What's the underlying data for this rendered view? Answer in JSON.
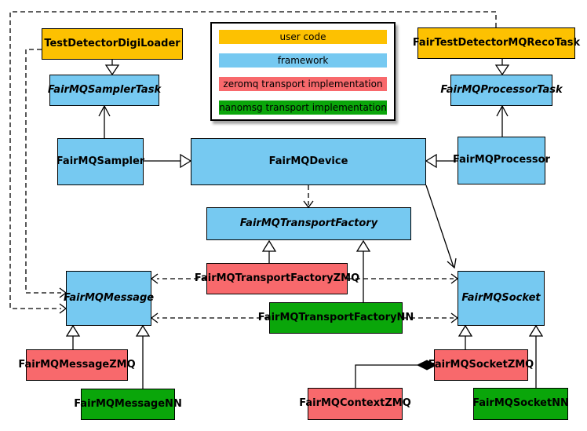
{
  "colors": {
    "user_code": "#fdc101",
    "framework": "#76c9f1",
    "zeromq": "#f8696c",
    "nanomsg": "#0aa60a",
    "line": "#000000",
    "background": "#ffffff"
  },
  "legend": {
    "items": [
      {
        "label": "user code",
        "color": "#fdc101"
      },
      {
        "label": "framework",
        "color": "#76c9f1"
      },
      {
        "label": "zeromq transport implementation",
        "color": "#f8696c"
      },
      {
        "label": "nanomsg transport implementation",
        "color": "#0aa60a"
      }
    ]
  },
  "nodes": {
    "test_detector_digi_loader": {
      "label": "TestDetectorDigiLoader",
      "category": "user code",
      "abstract": false
    },
    "fair_mq_sampler_task": {
      "label": "FairMQSamplerTask",
      "category": "framework",
      "abstract": true
    },
    "fair_mq_sampler": {
      "label": "FairMQSampler",
      "category": "framework",
      "abstract": false
    },
    "fair_test_detector_mq_reco_task": {
      "label": "FairTestDetectorMQRecoTask",
      "category": "user code",
      "abstract": false
    },
    "fair_mq_processor_task": {
      "label": "FairMQProcessorTask",
      "category": "framework",
      "abstract": true
    },
    "fair_mq_processor": {
      "label": "FairMQProcessor",
      "category": "framework",
      "abstract": false
    },
    "fair_mq_device": {
      "label": "FairMQDevice",
      "category": "framework",
      "abstract": false
    },
    "fair_mq_transport_factory": {
      "label": "FairMQTransportFactory",
      "category": "framework",
      "abstract": true
    },
    "fair_mq_transport_factory_zmq": {
      "label": "FairMQTransportFactoryZMQ",
      "category": "zeromq",
      "abstract": false
    },
    "fair_mq_transport_factory_nn": {
      "label": "FairMQTransportFactoryNN",
      "category": "nanomsg",
      "abstract": false
    },
    "fair_mq_message": {
      "label": "FairMQMessage",
      "category": "framework",
      "abstract": true
    },
    "fair_mq_socket": {
      "label": "FairMQSocket",
      "category": "framework",
      "abstract": true
    },
    "fair_mq_message_zmq": {
      "label": "FairMQMessageZMQ",
      "category": "zeromq",
      "abstract": false
    },
    "fair_mq_message_nn": {
      "label": "FairMQMessageNN",
      "category": "nanomsg",
      "abstract": false
    },
    "fair_mq_socket_zmq": {
      "label": "FairMQSocketZMQ",
      "category": "zeromq",
      "abstract": false
    },
    "fair_mq_context_zmq": {
      "label": "FairMQContextZMQ",
      "category": "zeromq",
      "abstract": false
    },
    "fair_mq_socket_nn": {
      "label": "FairMQSocketNN",
      "category": "nanomsg",
      "abstract": false
    }
  },
  "relationships": [
    {
      "from": "TestDetectorDigiLoader",
      "to": "FairMQSamplerTask",
      "style": "solid, hollow triangle at FairMQSamplerTask"
    },
    {
      "from": "FairTestDetectorMQRecoTask",
      "to": "FairMQProcessorTask",
      "style": "solid, hollow triangle at FairMQProcessorTask"
    },
    {
      "from": "FairMQSampler",
      "to": "FairMQSamplerTask",
      "style": "solid, open arrow up"
    },
    {
      "from": "FairMQProcessor",
      "to": "FairMQProcessorTask",
      "style": "solid, open arrow up"
    },
    {
      "from": "FairMQSampler",
      "to": "FairMQDevice",
      "style": "solid, hollow triangle at FairMQDevice"
    },
    {
      "from": "FairMQProcessor",
      "to": "FairMQDevice",
      "style": "solid, hollow triangle at FairMQDevice"
    },
    {
      "from": "FairMQDevice",
      "to": "FairMQTransportFactory",
      "style": "dashed, open arrow down"
    },
    {
      "from": "FairMQDevice",
      "to": "FairMQSocket",
      "style": "solid diagonal, open arrow"
    },
    {
      "from": "FairMQTransportFactoryZMQ",
      "to": "FairMQTransportFactory",
      "style": "solid, hollow triangle up"
    },
    {
      "from": "FairMQTransportFactoryNN",
      "to": "FairMQTransportFactory",
      "style": "solid, hollow triangle up"
    },
    {
      "from": "FairMQTransportFactoryZMQ",
      "to": "FairMQMessage",
      "style": "dashed, open arrow"
    },
    {
      "from": "FairMQTransportFactoryZMQ",
      "to": "FairMQSocket",
      "style": "dashed, open arrow"
    },
    {
      "from": "FairMQTransportFactoryNN",
      "to": "FairMQMessage",
      "style": "dashed, open arrow"
    },
    {
      "from": "FairMQTransportFactoryNN",
      "to": "FairMQSocket",
      "style": "dashed, open arrow"
    },
    {
      "from": "FairTestDetectorMQRecoTask",
      "to": "FairMQMessage",
      "style": "dashed around page border, open arrow"
    },
    {
      "from": "TestDetectorDigiLoader",
      "to": "FairMQMessage",
      "style": "dashed around left border, open arrow"
    },
    {
      "from": "FairMQMessageZMQ",
      "to": "FairMQMessage",
      "style": "solid, hollow triangle up"
    },
    {
      "from": "FairMQMessageNN",
      "to": "FairMQMessage",
      "style": "solid, hollow triangle up"
    },
    {
      "from": "FairMQSocketZMQ",
      "to": "FairMQSocket",
      "style": "solid, hollow triangle up"
    },
    {
      "from": "FairMQSocketNN",
      "to": "FairMQSocket",
      "style": "solid, hollow triangle up"
    },
    {
      "from": "FairMQContextZMQ",
      "to": "FairMQSocketZMQ",
      "style": "solid, filled diamond at FairMQSocketZMQ"
    }
  ]
}
